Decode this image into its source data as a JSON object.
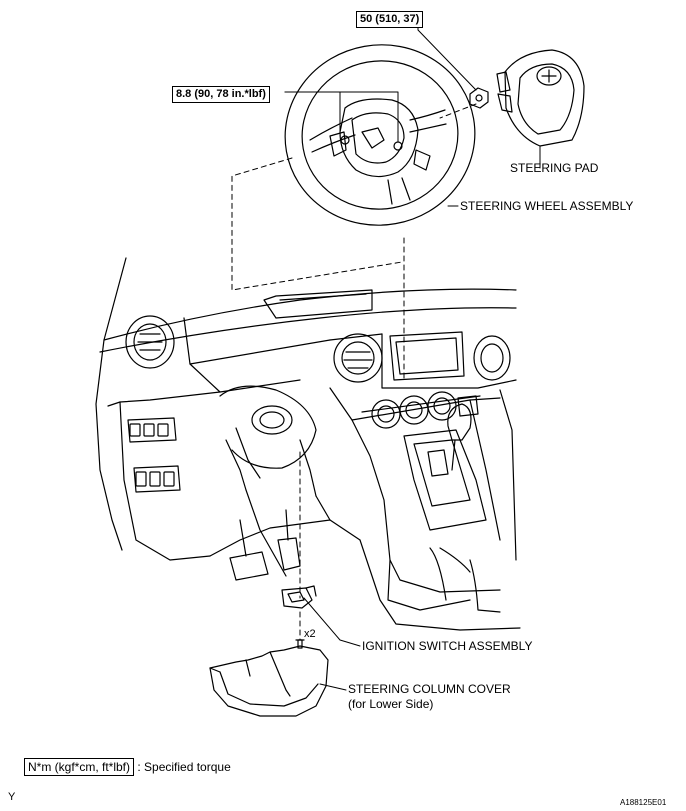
{
  "callouts": {
    "torque_nut": "50 (510, 37)",
    "torque_screw": "8.8 (90, 78 in.*lbf)",
    "steering_pad": "STEERING PAD",
    "steering_wheel": "STEERING WHEEL ASSEMBLY",
    "ignition_switch": "IGNITION SWITCH ASSEMBLY",
    "qty_screws": "x2",
    "column_cover": "STEERING COLUMN COVER",
    "column_cover_sub": "(for Lower Side)"
  },
  "legend": {
    "unit_box": "N*m (kgf*cm, ft*lbf)",
    "description": ": Specified torque"
  },
  "footer": {
    "corner_mark": "Y",
    "figure_code": "A188125E01"
  }
}
